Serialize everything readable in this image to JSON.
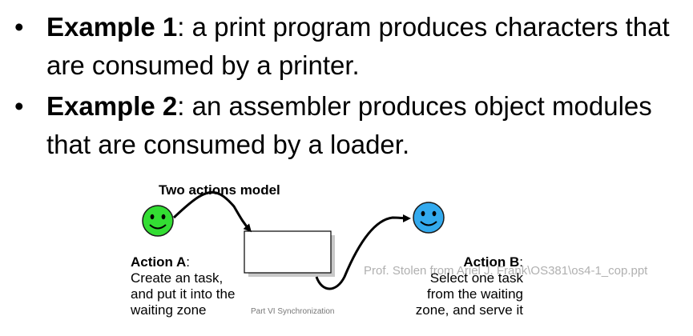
{
  "bullets": [
    {
      "marker": "•",
      "lead": "Example 1",
      "rest": ": a print program produces characters that are consumed by a printer."
    },
    {
      "marker": "•",
      "lead": "Example 2",
      "rest": ": an assembler produces object modules that are consumed by a loader."
    }
  ],
  "diagram": {
    "title": "Two actions model",
    "action_a": {
      "heading": "Action A",
      "colon": ":",
      "lines": [
        "Create an task,",
        "and put it into the",
        "waiting zone"
      ]
    },
    "action_b": {
      "heading": "Action B",
      "colon": ":",
      "lines": [
        "Select one task",
        "from the waiting",
        "zone, and serve it"
      ]
    },
    "smiley_a_color": "#33dd33",
    "smiley_b_color": "#33aaee"
  },
  "footer": {
    "text": "Part VI Synchronization"
  },
  "path_label": {
    "text": "Prof. Stolen from Ariel J. Frank\\OS381\\os4-1_cop.ppt"
  }
}
